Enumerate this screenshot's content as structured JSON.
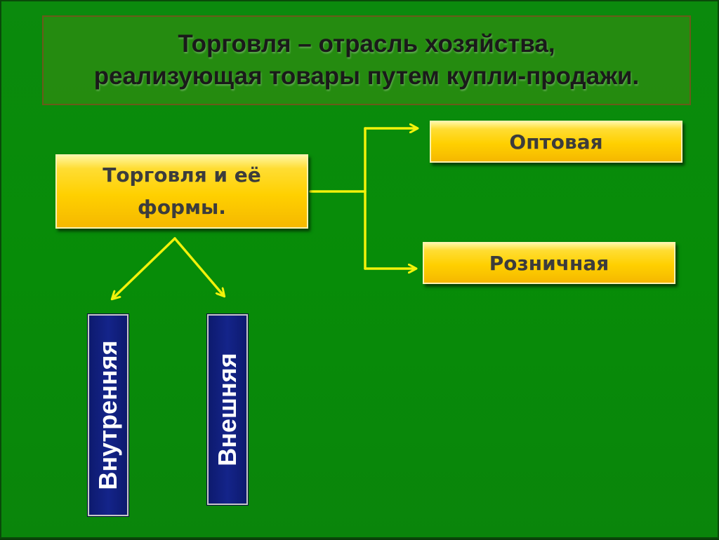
{
  "title": {
    "line1": "Торговля – отрасль хозяйства,",
    "line2": "реализующая товары путем купли-продажи."
  },
  "main_node": {
    "line1": "Торговля и её",
    "line2": "формы."
  },
  "branches_right": {
    "wholesale": "Оптовая",
    "retail": "Розничная"
  },
  "branches_down": {
    "domestic": "Внутренняя",
    "foreign": "Внешняя"
  },
  "colors": {
    "background": "#078c08",
    "connector": "#f2f20a",
    "gold_box": "#ffd000",
    "navy_box": "#14248a"
  }
}
